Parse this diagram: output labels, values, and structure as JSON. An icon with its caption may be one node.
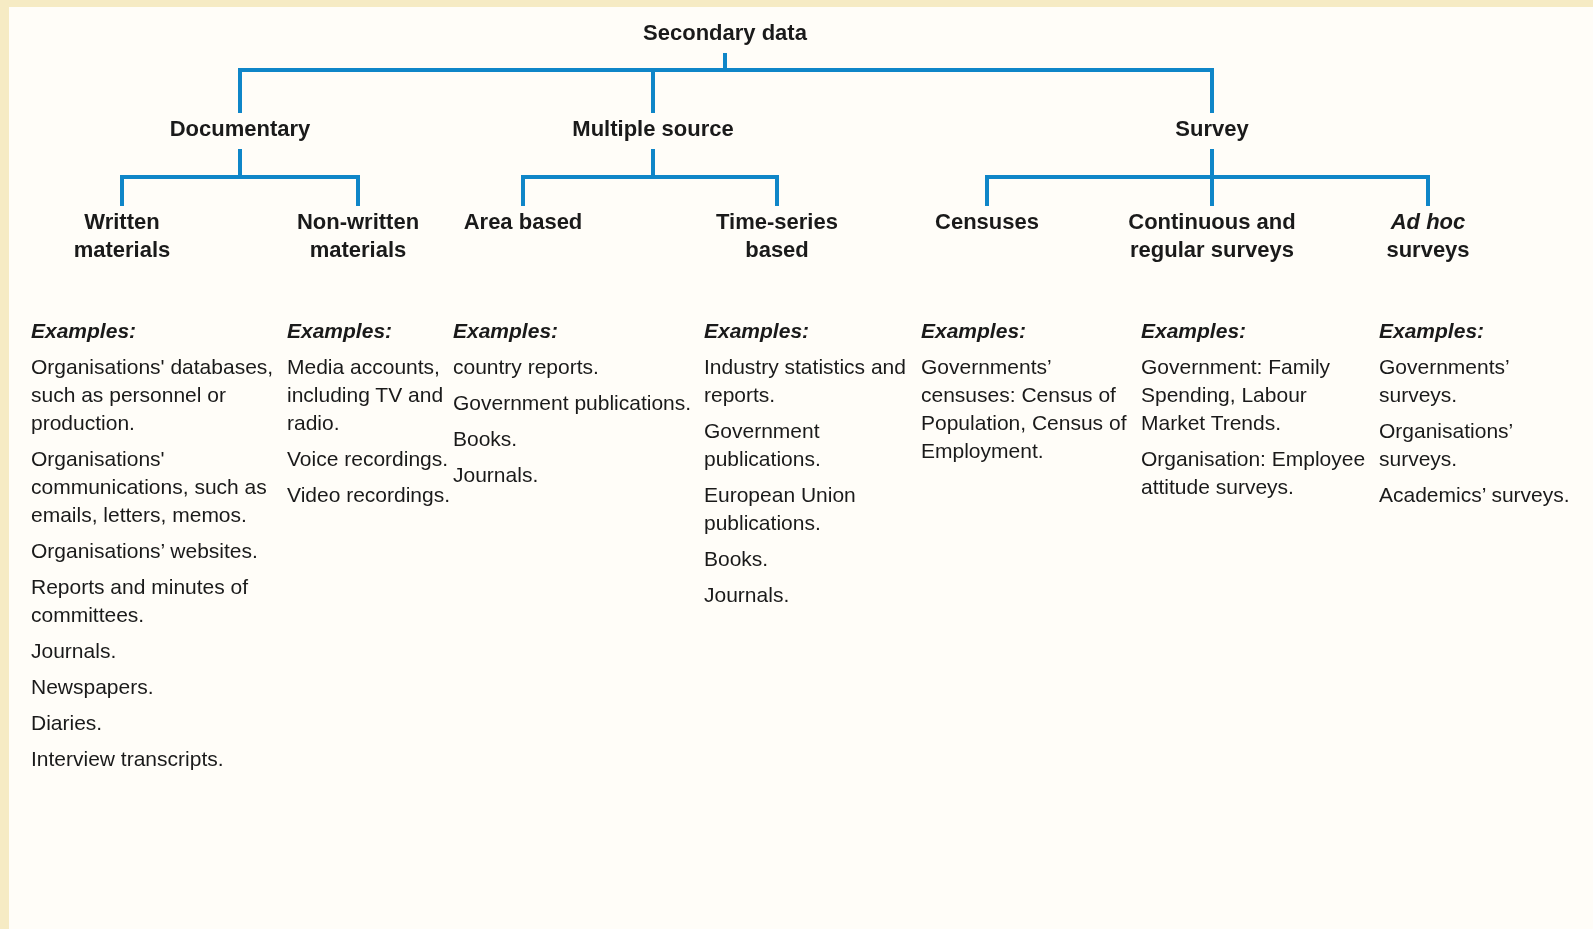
{
  "diagram": {
    "nodes": [
      {
        "text": [
          "Secondary data"
        ]
      },
      {
        "text": [
          "Documentary"
        ]
      },
      {
        "text": [
          "Multiple source"
        ]
      },
      {
        "text": [
          "Survey"
        ]
      },
      {
        "text": [
          "Written materials"
        ],
        "beside": [
          "Examples:",
          "Organisations' databases, such as personnel or production.",
          "Organisations' communications, such as emails, letters, memos.",
          "Organisations’ websites.",
          "Reports and minutes of committees.",
          "Journals.",
          "Newspapers.",
          "Diaries.",
          "Interview transcripts."
        ]
      },
      {
        "text": [
          "Non-written materials"
        ],
        "beside": [
          "Examples:",
          "Media accounts, including TV and radio.",
          "Voice recordings.",
          "Video recordings."
        ]
      },
      {
        "text": [
          "Area based"
        ],
        "beside": [
          "Examples:",
          "country reports.",
          "Government publications.",
          "Books.",
          "Journals."
        ]
      },
      {
        "text": [
          "Time-series based"
        ],
        "beside": [
          "Examples:",
          "Industry statistics and reports.",
          "Government publications.",
          "European Union publications.",
          "Books.",
          "Journals."
        ]
      },
      {
        "text": [
          "Censuses"
        ],
        "beside": [
          "Examples:",
          "Governments’ censuses: Census of Population, Census of Employment."
        ]
      },
      {
        "text": [
          "Continuous and regular surveys"
        ],
        "beside": [
          "Examples:",
          "Government: Family Spending, Labour Market Trends.",
          "Organisation: Employee attitude surveys."
        ]
      },
      {
        "text": [
          "*Ad hoc* surveys"
        ],
        "beside": [
          "Examples:",
          "Governments’ surveys.",
          "Organisations’ surveys.",
          "Academics’ surveys."
        ]
      }
    ],
    "edges": [
      {
        "from": 0,
        "to": 1,
        "arrow": "none"
      },
      {
        "from": 0,
        "to": 2,
        "arrow": "none"
      },
      {
        "from": 0,
        "to": 3,
        "arrow": "none"
      },
      {
        "from": 1,
        "to": 4,
        "arrow": "none"
      },
      {
        "from": 1,
        "to": 5,
        "arrow": "none"
      },
      {
        "from": 2,
        "to": 6,
        "arrow": "none"
      },
      {
        "from": 2,
        "to": 7,
        "arrow": "none"
      },
      {
        "from": 3,
        "to": 8,
        "arrow": "none"
      },
      {
        "from": 3,
        "to": 9,
        "arrow": "none"
      },
      {
        "from": 3,
        "to": 10,
        "arrow": "none"
      }
    ]
  }
}
